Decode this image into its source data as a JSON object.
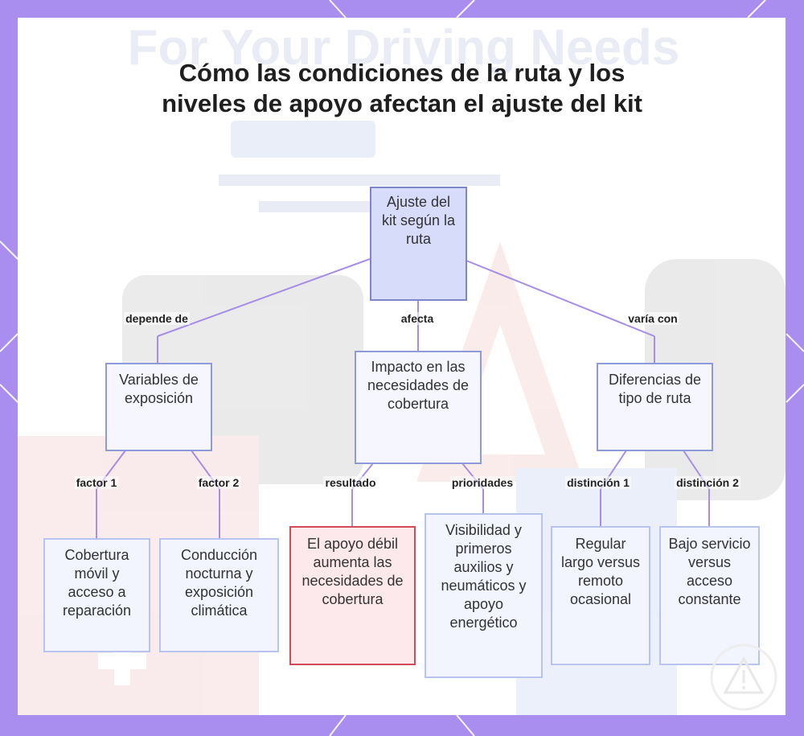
{
  "title": "Cómo las condiciones de la ruta y los niveles de apoyo afectan el ajuste del kit",
  "colors": {
    "frame": "#a98ef0",
    "edge": "#a68ee6",
    "root_fill": "#d8dcfb",
    "node_fill": "#f2f4fe",
    "warn_border": "#d24b57",
    "warn_fill": "#fde8ec"
  },
  "nodes": {
    "root": "Ajuste del kit según la ruta",
    "exposure": "Variables de exposición",
    "impact": "Impacto en las necesidades de cobertura",
    "route_types": "Diferencias de tipo de ruta",
    "mobile": "Cobertura móvil y acceso a reparación",
    "night": "Conducción nocturna y exposición climática",
    "weak_support": "El apoyo débil aumenta las necesidades de cobertura",
    "visibility": "Visibilidad y primeros auxilios y neumáticos y apoyo energético",
    "regular": "Regular largo versus remoto ocasional",
    "low_service": "Bajo servicio versus acceso constante"
  },
  "edge_labels": {
    "depends_on": "depende de",
    "affects": "afecta",
    "varies_with": "varía con",
    "factor1": "factor 1",
    "factor2": "factor 2",
    "result": "resultado",
    "priorities": "prioridades",
    "distinction1": "distinción 1",
    "distinction2": "distinción 2"
  },
  "background_text": {
    "headline": "For Your Driving Needs"
  },
  "watermark_icon": "warning-triangle-icon"
}
